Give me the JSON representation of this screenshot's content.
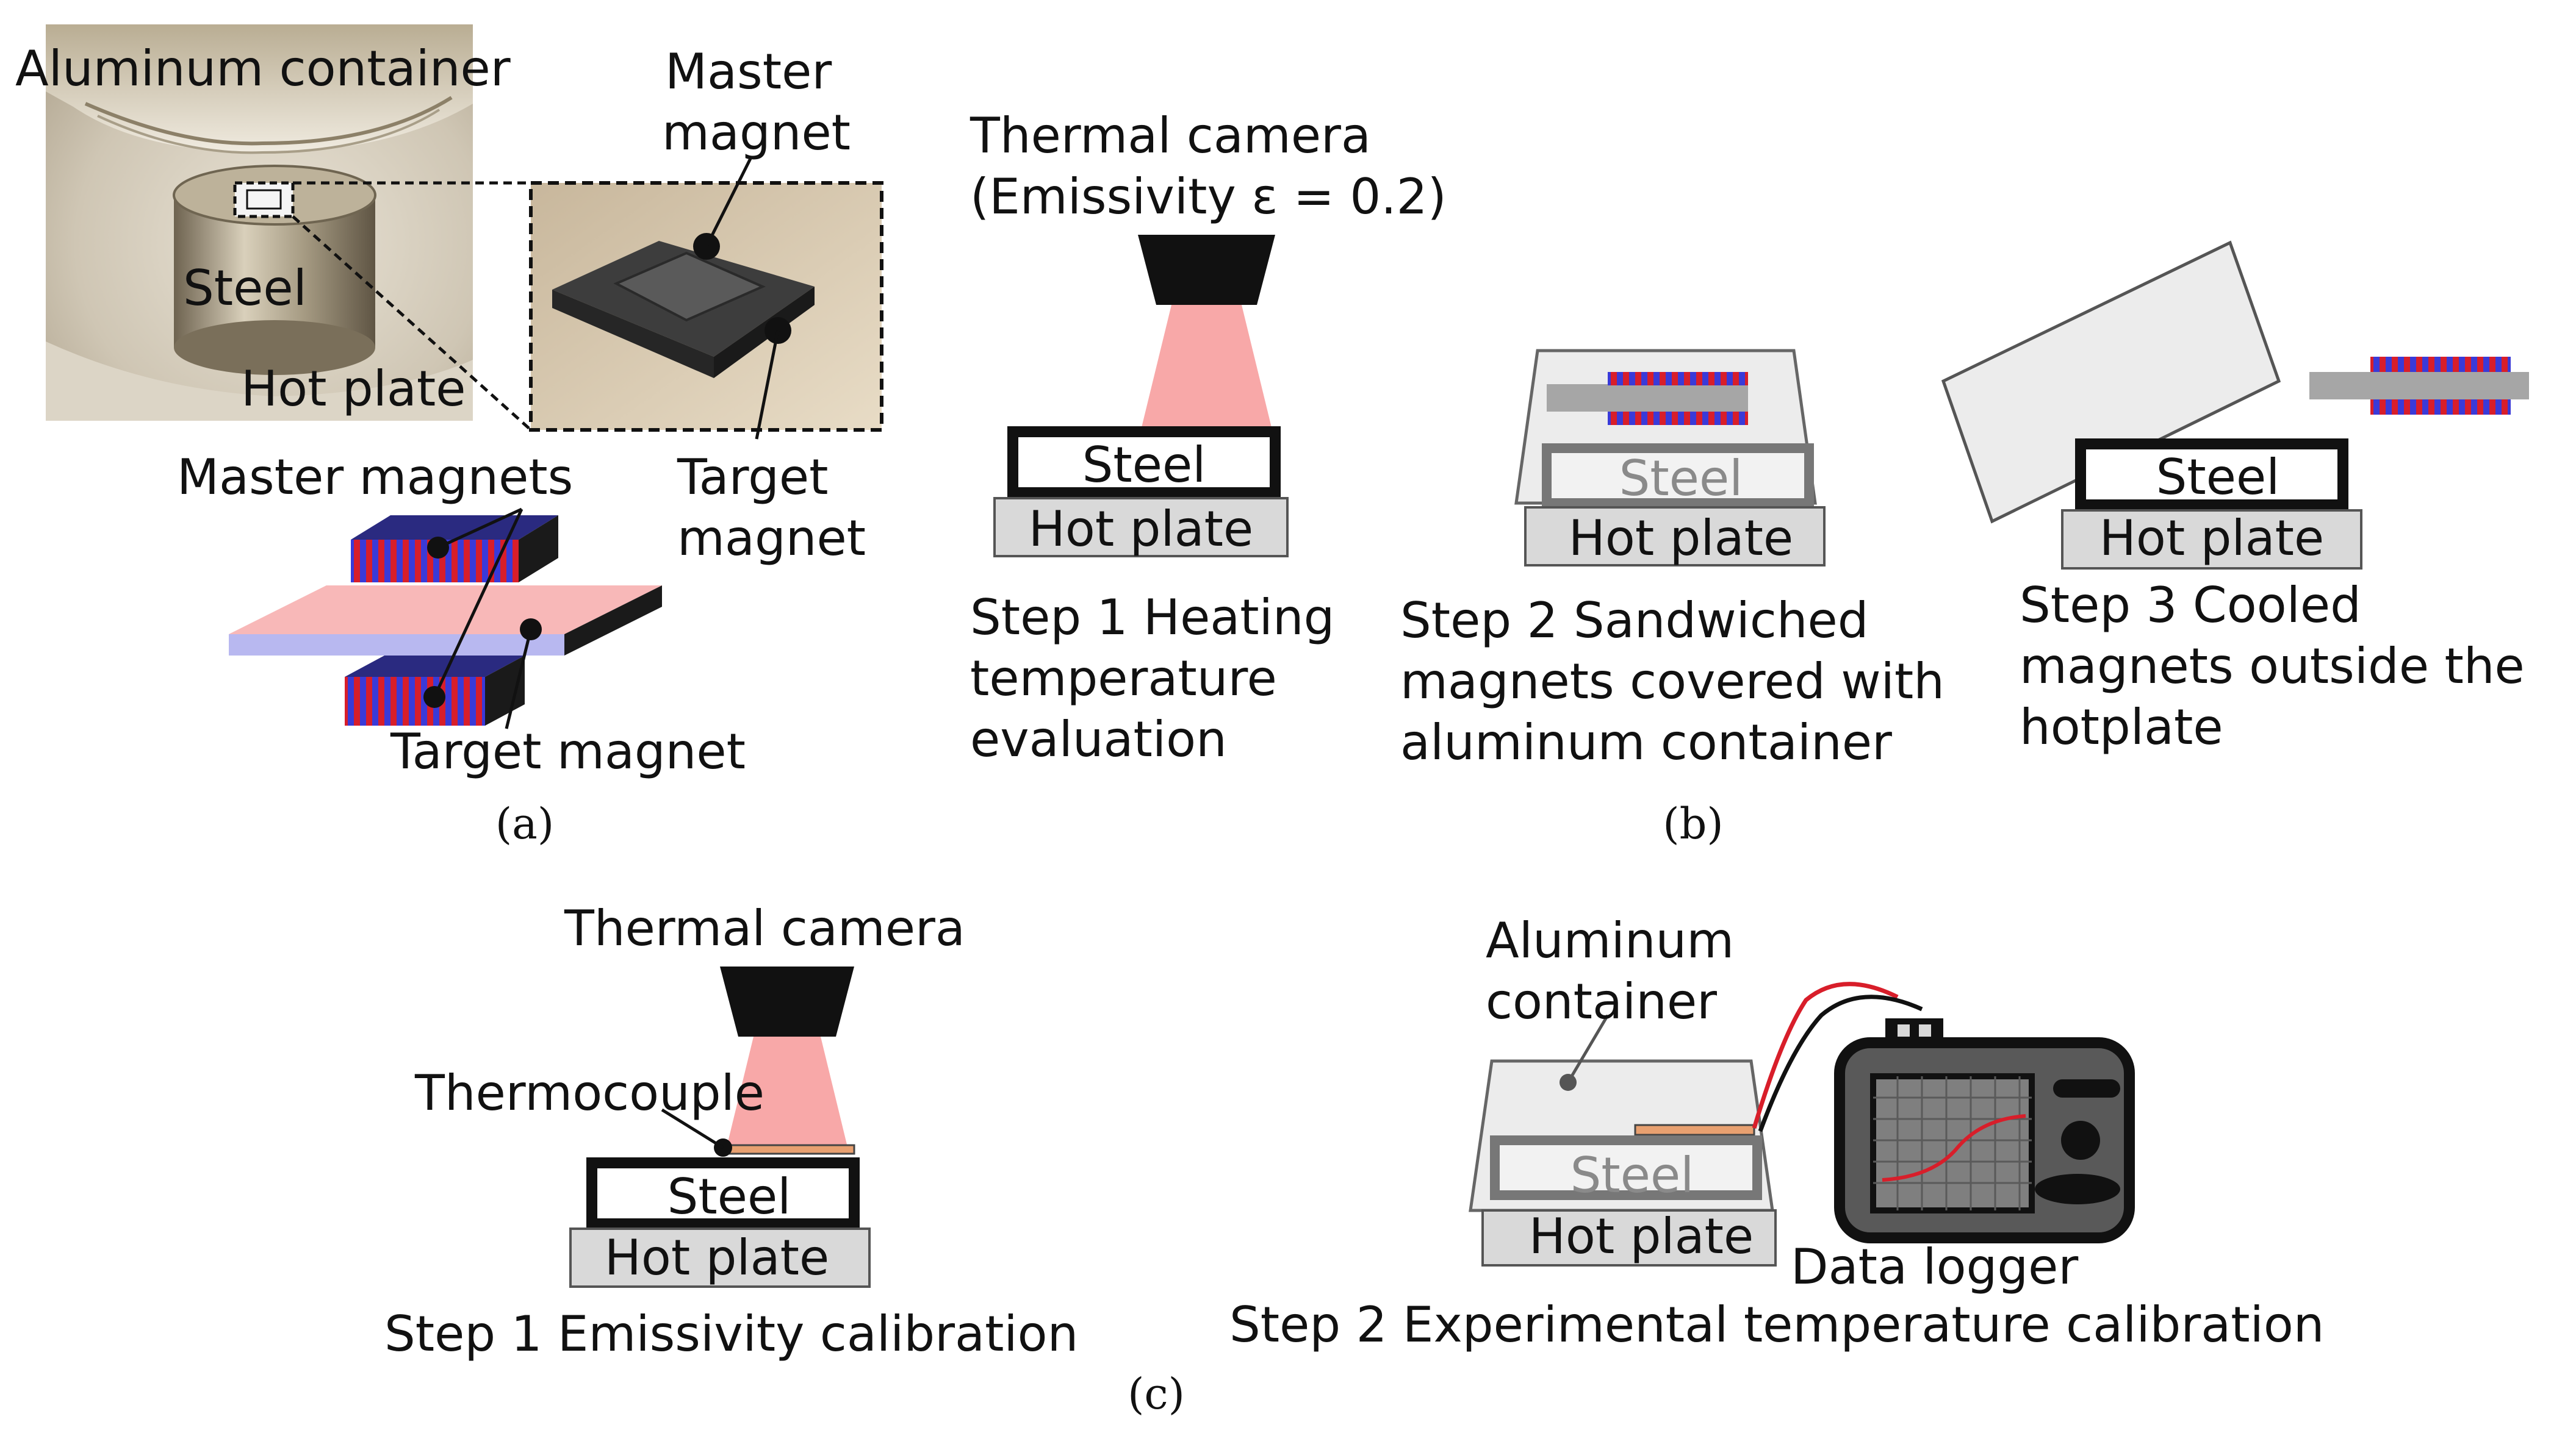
{
  "panel_a": {
    "photo": {
      "aluminum_container": "Aluminum container",
      "steel": "Steel",
      "hot_plate": "Hot plate",
      "master_magnet": [
        "Master",
        "magnet"
      ],
      "target_magnet": [
        "Target",
        "magnet"
      ]
    },
    "schematic": {
      "master_magnets": "Master magnets",
      "target_magnet": "Target magnet"
    },
    "caption": "(a)"
  },
  "panel_b": {
    "thermal_camera": [
      "Thermal camera",
      "(Emissivity ε = 0.2)"
    ],
    "steel": "Steel",
    "hot_plate": "Hot plate",
    "step1": [
      "Step 1 Heating",
      "temperature",
      "evaluation"
    ],
    "step2": [
      "Step 2 Sandwiched",
      "magnets covered with",
      "aluminum container"
    ],
    "step3": [
      "Step 3 Cooled",
      "magnets outside the",
      "hotplate"
    ],
    "caption": "(b)"
  },
  "panel_c": {
    "thermal_camera": "Thermal camera",
    "thermocouple": "Thermocouple",
    "steel": "Steel",
    "hot_plate": "Hot plate",
    "step1": "Step 1 Emissivity calibration",
    "aluminum_container": [
      "Aluminum",
      "container"
    ],
    "data_logger": "Data logger",
    "step2": "Step 2 Experimental temperature calibration",
    "caption": "(c)"
  },
  "colors": {
    "magnet_red": "#d81e2a",
    "magnet_blue": "#3a3ad8",
    "heat_pink": "#f8a8a8",
    "target_pink": "#f8b8b8",
    "hot_plate_fill": "#d9d9d9",
    "rod_grey": "#a6a6a6",
    "container_fill": "#ececec",
    "logger_body": "#595959",
    "screen_fill": "#7f7f7f",
    "thermocouple_orange": "#e8a070"
  }
}
